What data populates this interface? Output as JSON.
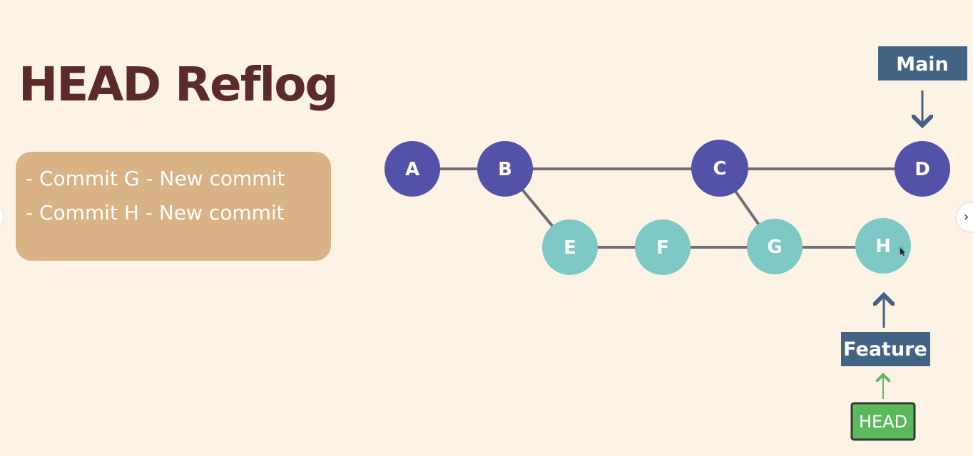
{
  "slide": {
    "title": "HEAD Reflog",
    "notes": [
      "- Commit G - New commit",
      "- Commit H - New commit"
    ]
  },
  "graph": {
    "colors": {
      "main_commit": "#5451a8",
      "feature_commit": "#7ec8c5",
      "edge": "#6f6f73",
      "ref_box": "#436384",
      "ref_arrow": "#436384",
      "head_box": "#5cb85c",
      "head_border": "#2f3b30",
      "head_arrow": "#5cb85c"
    },
    "commits": {
      "A": "A",
      "B": "B",
      "C": "C",
      "D": "D",
      "E": "E",
      "F": "F",
      "G": "G",
      "H": "H"
    },
    "refs": {
      "main": "Main",
      "feature": "Feature",
      "head": "HEAD"
    }
  },
  "navigation": {
    "next_icon": "chevron-right-icon",
    "next_glyph": "›"
  }
}
